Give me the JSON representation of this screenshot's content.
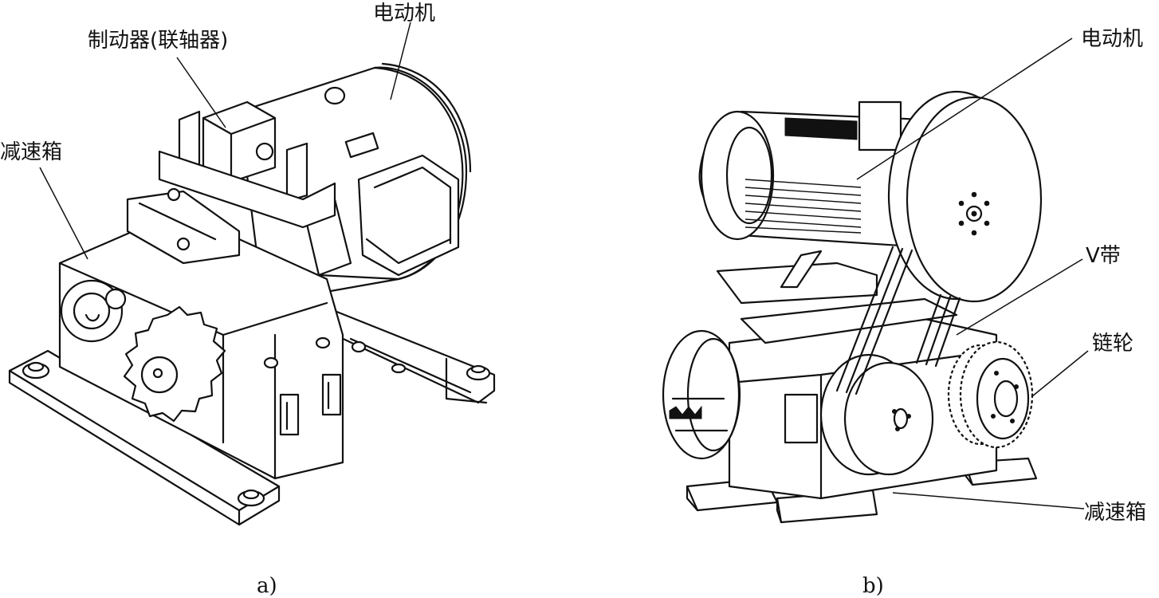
{
  "figure_a": {
    "labels": {
      "motor": "电动机",
      "brake": "制动器(联轴器)",
      "gearbox": "减速箱"
    },
    "caption": "a)"
  },
  "figure_b": {
    "labels": {
      "motor": "电动机",
      "v_belt": "V带",
      "sprocket": "链轮",
      "gearbox": "减速箱"
    },
    "caption": "b)"
  }
}
